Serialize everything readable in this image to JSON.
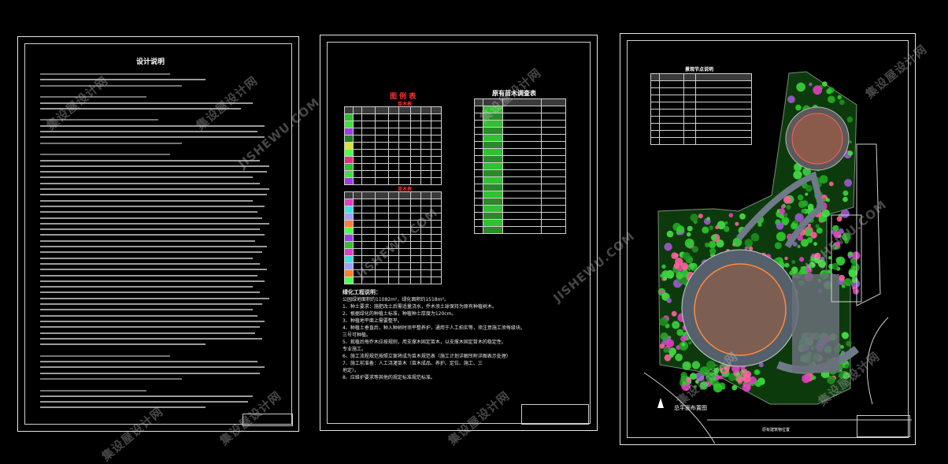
{
  "sheets": {
    "design_notes": {
      "title": "设计说明"
    },
    "materials": {
      "legend_title": "图 例 表",
      "tree_table_title": "苗木表",
      "shrub_table_title": "苗木表",
      "seedling_title": "原有苗木调查表",
      "greening_notes_title": "绿化工程说明：",
      "greening_notes": [
        "公园绿地面积约11082m²，绿化面积约1518m²。",
        "1、种土要求：施肥改土后需适量浇水，乔木须土球保持为原有种植树木。",
        "2、根据绿化的种植土标准，种植种土厚度为120cm。",
        "3、种植地平面上需要整平。",
        "4、种植土垂直后，种入种树时须平整养护，通用于人工拍实等，须注意施工须每级块。",
        "三号可种植。",
        "5、栽植后每乔木应按规则，用支撑木固定苗木，以支撑木固定苗木的稳定性。",
        "专业施工。",
        "6、施工流程规范按照立案将成为苗木规范表（施工计划详解所附详图表示处理）",
        "7、施工前准备：人工浇灌苗木（苗木成品、养护、定位、施工、三",
        "地定）。",
        "8、应维护要求等其他的规定标准规范标准。"
      ]
    },
    "plan": {
      "plan_title": "总平面布置图",
      "bottom_label": "原有建筑物位置",
      "legend_title": "景观节点说明"
    }
  },
  "watermarks": [
    "集设屋设计网",
    "JISHEWU.COM"
  ],
  "colors": {
    "background": "#000000",
    "sheet_line": "#e6e6e6",
    "plaza": "#8a6a5a",
    "grass": "#1a8a1a",
    "tree": "#2ecc2e",
    "path": "#6f7a88",
    "accent_red": "#ff3030",
    "accent_pink": "#e040c0"
  }
}
